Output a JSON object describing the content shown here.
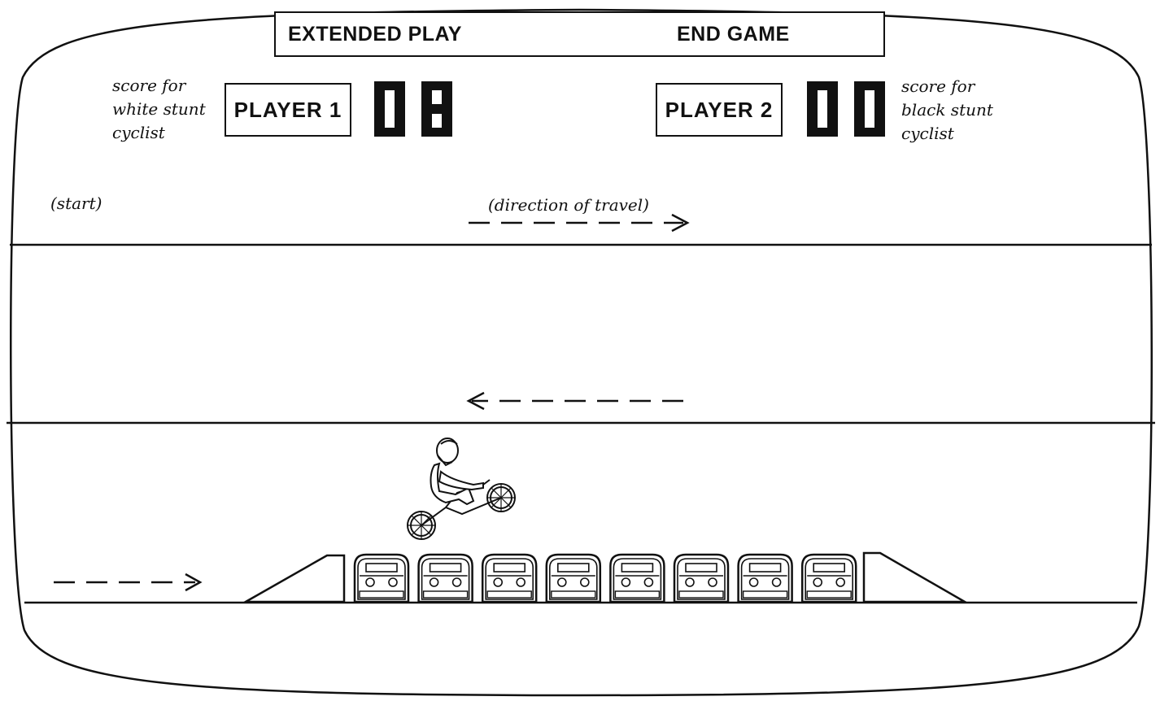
{
  "menu": {
    "extended_play": "EXTENDED PLAY",
    "end_game": "END GAME"
  },
  "players": [
    {
      "label": "PLAYER 1",
      "score": "08",
      "note": "score for\nwhite stunt\ncyclist"
    },
    {
      "label": "PLAYER 2",
      "score": "00",
      "note": "score for\nblack stunt\ncyclist"
    }
  ],
  "annotations": {
    "start": "(start)",
    "direction": "(direction of travel)"
  },
  "scene": {
    "bus_count": 8,
    "screen_color": "#ffffff",
    "ink_color": "#111111"
  },
  "icons": {
    "cyclist": "stunt-cyclist-icon",
    "bus": "bus-icon",
    "ramp": "ramp-icon",
    "arrow": "dashed-arrow-icon"
  }
}
